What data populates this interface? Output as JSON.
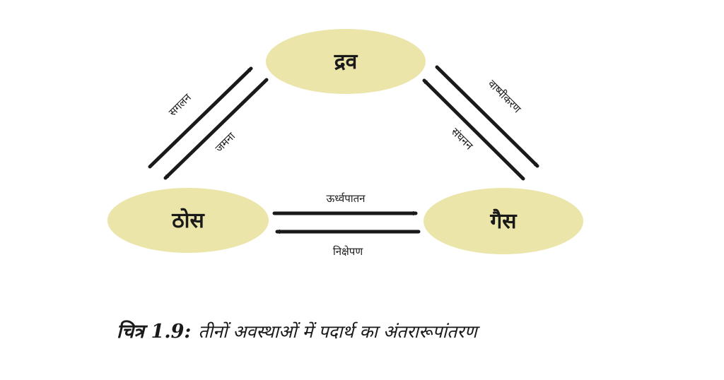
{
  "nodes": {
    "liquid": "द्रव",
    "solid": "ठोस",
    "gas": "गैस"
  },
  "processes": {
    "melting": "सगलन",
    "freezing": "जमना",
    "vaporization": "वाष्पीकरण",
    "condensation": "संघनन",
    "sublimation": "ऊर्ध्वपातन",
    "deposition": "निक्षेपण"
  },
  "caption": {
    "label": "चित्र 1.9:",
    "text": "तीनों अवस्थाओं में पदार्थ का अंतरारूपांतरण"
  },
  "colors": {
    "node_fill": "#ebe5aa",
    "arrow": "#1a1a1a"
  }
}
